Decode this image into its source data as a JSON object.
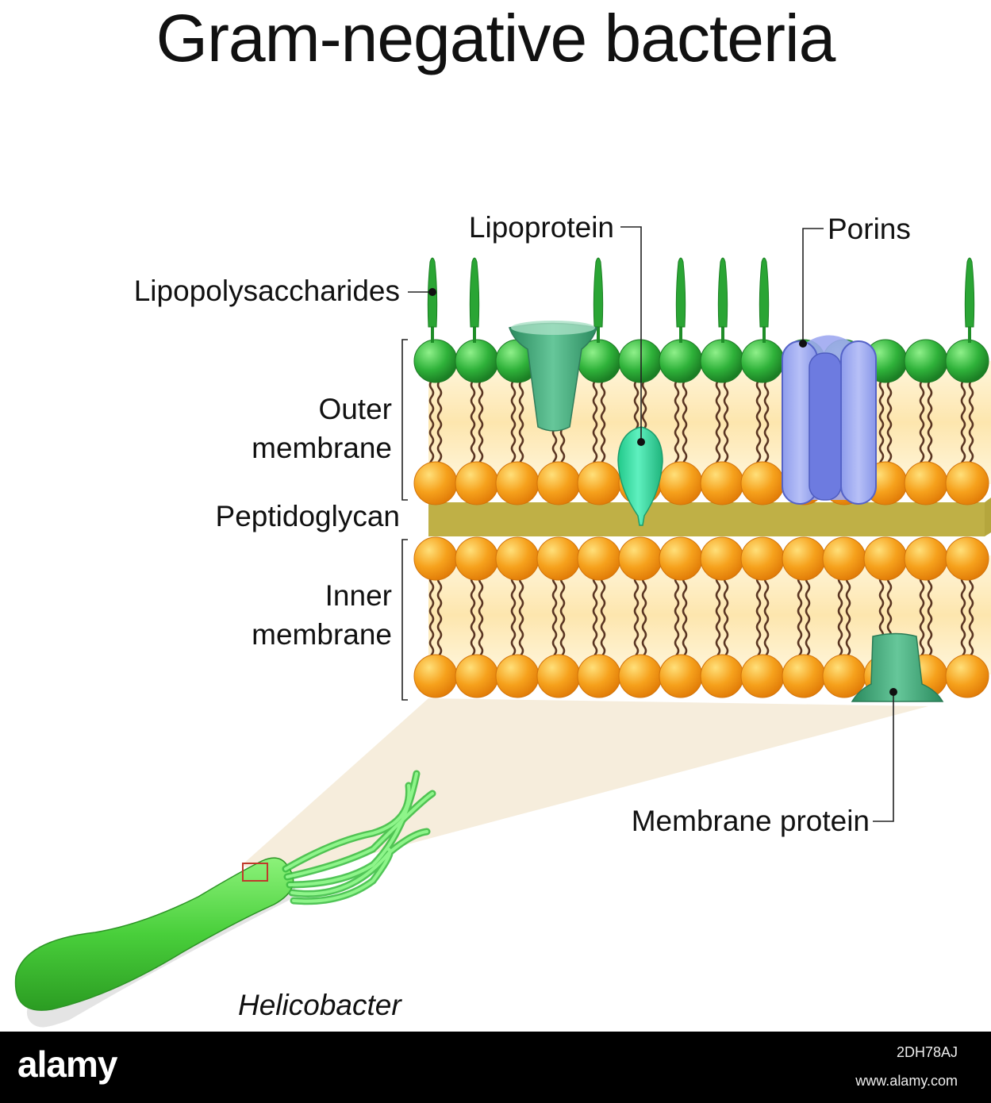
{
  "title": "Gram-negative bacteria",
  "labels": {
    "lipopolysaccharides": "Lipopolysaccharides",
    "lipoprotein": "Lipoprotein",
    "porins": "Porins",
    "outer_membrane_1": "Outer",
    "outer_membrane_2": "membrane",
    "peptidoglycan": "Peptidoglycan",
    "inner_membrane_1": "Inner",
    "inner_membrane_2": "membrane",
    "membrane_protein": "Membrane protein",
    "organism": "Helicobacter"
  },
  "watermark": {
    "brand": "alamy",
    "image_id": "2DH78AJ",
    "site": "www.alamy.com"
  },
  "colors": {
    "lps_head": "#2fa83a",
    "lps_chain": "#1f8d28",
    "phospholipid_head": "#f5a01b",
    "membrane_core": "#fde8b4",
    "lipid_tail": "#5a3522",
    "peptidoglycan": "#b8a940",
    "porin": "#9aa6ee",
    "lipoprotein": "#3ee0a6",
    "membrane_protein": "#2f9e6c",
    "bacterium": "#4ed43c",
    "flagella": "#6cf06a"
  },
  "icons": [
    "lipopolysaccharide-icon",
    "phospholipid-icon",
    "porin-icon",
    "lipoprotein-icon",
    "membrane-protein-icon",
    "bacterium-icon",
    "flagellum-icon"
  ]
}
